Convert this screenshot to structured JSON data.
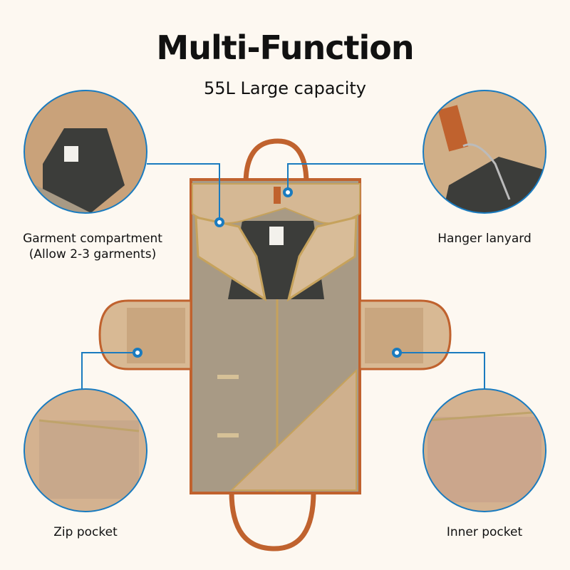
{
  "header": {
    "title": "Multi-Function",
    "subtitle": "55L Large capacity"
  },
  "callouts": [
    {
      "label": "Garment compartment",
      "sub": "(Allow 2-3 garments)"
    },
    {
      "label": "Hanger lanyard"
    },
    {
      "label": "Zip pocket"
    },
    {
      "label": "Inner pocket"
    }
  ],
  "colors": {
    "background": "#fdf8f1",
    "accent": "#1a7bbf",
    "leather": "#c0622e",
    "lining": "#cfb08d",
    "inner": "#a89a85",
    "garment": "#3c3d3a"
  }
}
